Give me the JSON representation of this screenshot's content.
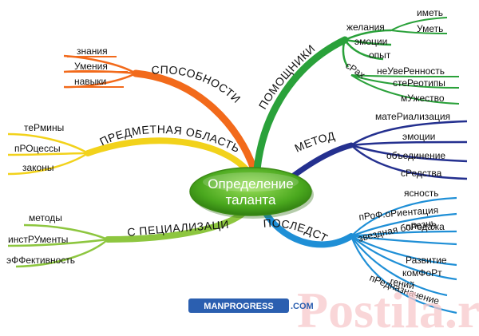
{
  "center": {
    "line1": "Определение",
    "line2": "таланта"
  },
  "branches": {
    "abilities": {
      "title": "СПОСОБНОСТИ",
      "items": [
        "знания",
        "Умения",
        "навыки"
      ],
      "color": "#f26a1b"
    },
    "subject": {
      "title": "ПРЕДМЕТНАЯ ОБЛАСТЬ",
      "items": [
        "теРмины",
        "пРОцессы",
        "законы"
      ],
      "color": "#f2d21b"
    },
    "specialization": {
      "title": "С ПЕЦИАЛИЗАЦИЯ",
      "items": [
        "методы",
        "инстРУменты",
        "эФФективность"
      ],
      "color": "#8dc63f"
    },
    "helpers": {
      "title": "ПОМОЩНИКИ",
      "items": [
        "желания",
        "эмоции",
        "опыт",
        "сРах"
      ],
      "sub_desire": [
        "иметь",
        "Уметь"
      ],
      "sub_fear": [
        "неУвеРенность",
        "стеРеотипы",
        "мУжество"
      ],
      "color": "#2aa13a"
    },
    "method": {
      "title": "МЕТОД",
      "items": [
        "матеРиализация",
        "эмоции",
        "объединение",
        "сРедства"
      ],
      "color": "#24308f"
    },
    "consequences": {
      "title": "ПОСЛЕДСТВИЯ",
      "items": [
        "ясность",
        "пРоФ.оРиентация",
        "пРодажа",
        "звездная болезнь",
        "Развитие",
        "комФоРт",
        "гений",
        "пРедназначение"
      ],
      "color": "#1f8fd6"
    }
  },
  "watermark": {
    "site": "MANPROGRESS",
    "suffix": ".COM",
    "overlay": "Postila.ru"
  }
}
